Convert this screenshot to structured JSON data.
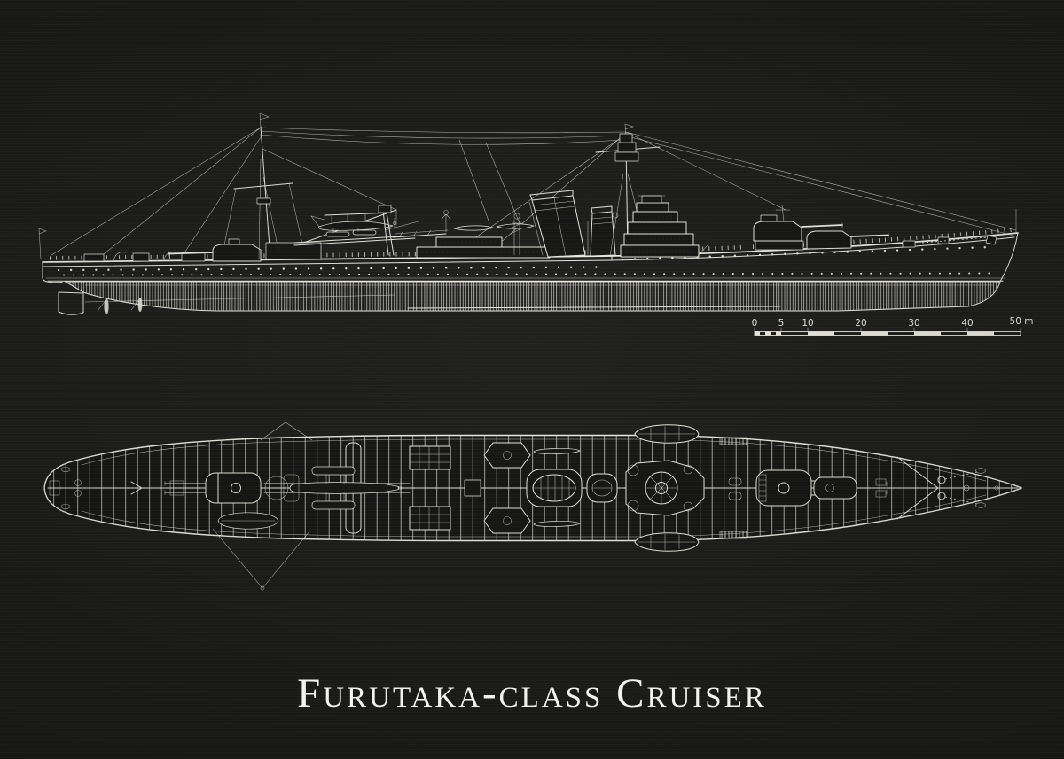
{
  "title": "Furutaka-class Cruiser",
  "palette": {
    "background": "#1b1b19",
    "ink": "#ecebe4"
  },
  "scale_bar": {
    "labels": [
      "0",
      "5",
      "10",
      "20",
      "30",
      "40"
    ],
    "end_label": "50 m"
  }
}
